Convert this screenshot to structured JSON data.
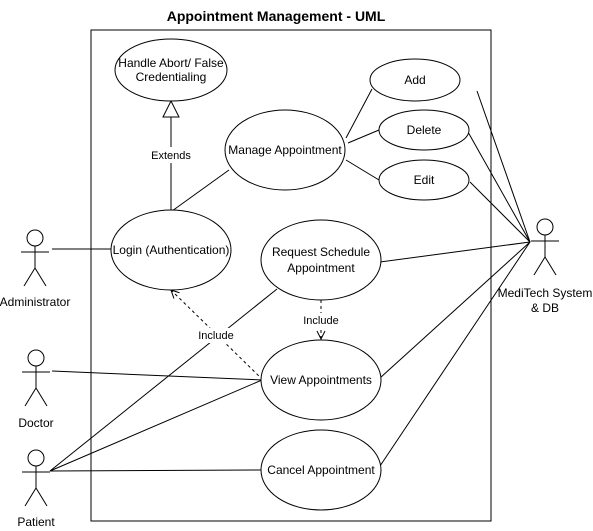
{
  "title": "Appointment Management - UML",
  "use_cases": {
    "handle_abort": [
      "Handle Abort/ False",
      "Credentialing"
    ],
    "manage": "Manage Appointment",
    "add": "Add",
    "delete": "Delete",
    "edit": "Edit",
    "login": "Login (Authentication)",
    "request": [
      "Request Schedule",
      "Appointment"
    ],
    "view": "View Appointments",
    "cancel": "Cancel Appointment"
  },
  "actors": {
    "administrator": "Administrator",
    "doctor": "Doctor",
    "patient": "Patient",
    "system": [
      "MediTech System",
      "& DB"
    ]
  },
  "relations": {
    "extends": "Extends",
    "include_request_view": "Include",
    "include_view_login": "Include"
  },
  "colors": {
    "stroke": "#000000",
    "fill": "#ffffff"
  }
}
